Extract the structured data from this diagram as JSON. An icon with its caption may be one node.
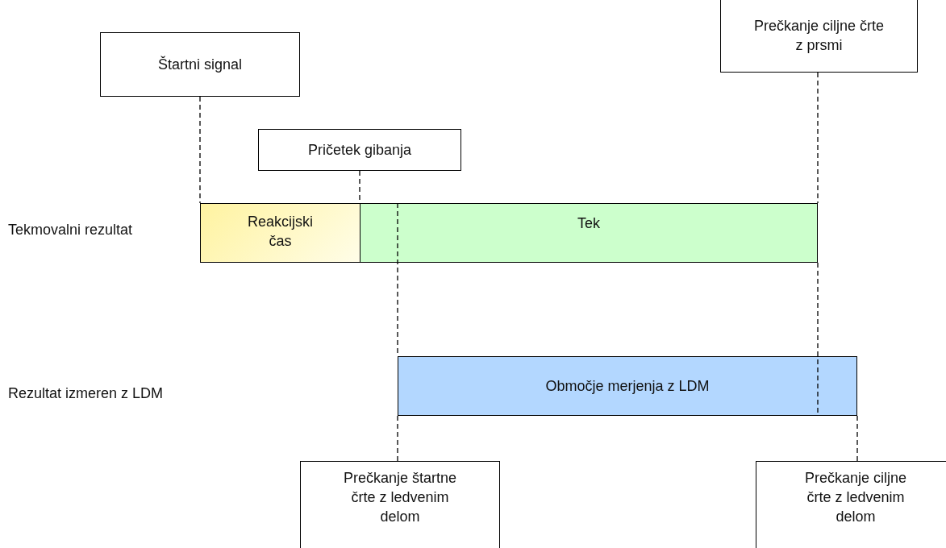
{
  "diagram": {
    "nodes": [
      {
        "text": [
          "Štartni signal"
        ]
      },
      {
        "text": [
          "Pričetek gibanja"
        ]
      },
      {
        "text": [
          "Prečkanje ciljne črte z prsmi"
        ]
      },
      {
        "text": [
          "Reakcijski čas"
        ]
      },
      {
        "text": [
          "Tek"
        ]
      },
      {
        "text": [
          "Območje merjenja z LDM"
        ]
      },
      {
        "text": [
          "Prečkanje štartne črte z ledvenim delom"
        ]
      },
      {
        "text": [
          "Prečkanje ciljne črte z ledvenim delom"
        ]
      }
    ],
    "edges": [
      {
        "from": 0,
        "to": 3,
        "arrow": "none",
        "style": "dashed"
      },
      {
        "from": 1,
        "to": 4,
        "arrow": "none",
        "style": "dashed"
      },
      {
        "from": 2,
        "to": 4,
        "arrow": "none",
        "style": "dashed"
      },
      {
        "from": 6,
        "to": 5,
        "arrow": "none",
        "style": "dashed"
      },
      {
        "from": 7,
        "to": 5,
        "arrow": "none",
        "style": "dashed"
      },
      {
        "from": 4,
        "to": 5,
        "arrow": "none",
        "style": "dashed"
      },
      {
        "from": 4,
        "to": 5,
        "arrow": "none",
        "style": "dashed"
      }
    ],
    "labels": [
      "Tekmovalni rezultat",
      "Rezultat izmeren z LDM"
    ]
  }
}
